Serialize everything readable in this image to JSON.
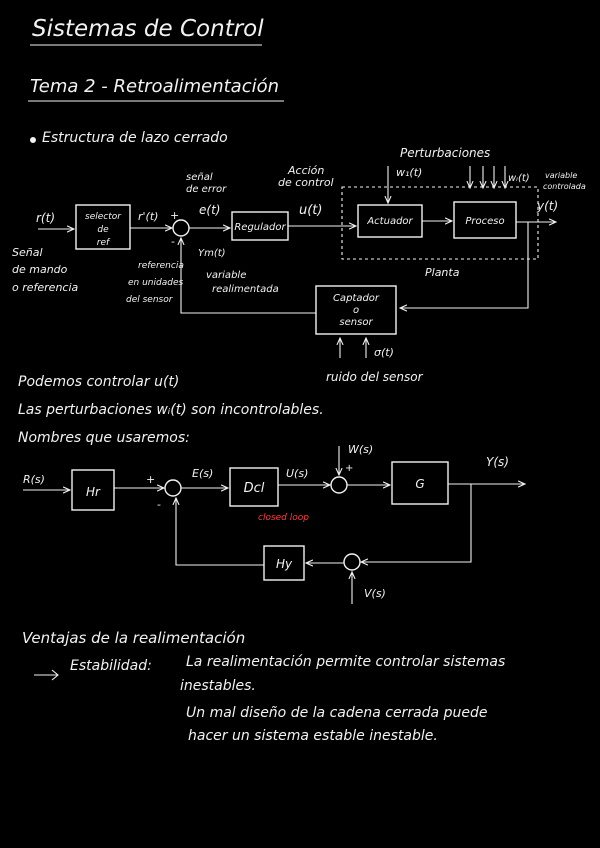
{
  "header": {
    "title": "Sistemas de Control",
    "subtitle": "Tema 2 - Retroalimentación"
  },
  "section1": {
    "bullet": "Estructura de lazo cerrado"
  },
  "diagram1": {
    "r": "r(t)",
    "senal_mando": [
      "Señal",
      "de mando",
      "o referencia"
    ],
    "selector": [
      "selector",
      "de",
      "ref"
    ],
    "rprime": "r'(t)",
    "plus": "+",
    "minus": "-",
    "senal_error": [
      "señal",
      "de error"
    ],
    "e": "e(t)",
    "regulador": "Regulador",
    "accion": [
      "Acción",
      "de control"
    ],
    "u": "u(t)",
    "actuador": "Actuador",
    "proceso": "Proceso",
    "perturbaciones": "Perturbaciones",
    "w1": "w₁(t)",
    "wi": "wᵢ(t)",
    "variable_controlada": [
      "variable",
      "controlada"
    ],
    "y": "y(t)",
    "planta": "Planta",
    "referencia_unidades": [
      "referencia",
      "en unidades",
      "del sensor"
    ],
    "ym": "Ym(t)",
    "variable_realimentada": [
      "variable",
      "realimentada"
    ],
    "captador": [
      "Captador",
      "o",
      "sensor"
    ],
    "sigma": "σ(t)",
    "ruido": "ruido del sensor"
  },
  "notes": [
    "Podemos controlar u(t)",
    "Las perturbaciones wᵢ(t) son incontrolables.",
    "Nombres que usaremos:"
  ],
  "diagram2": {
    "R": "R(s)",
    "Hr": "Hr",
    "plus": "+",
    "minus": "-",
    "E": "E(s)",
    "Dcl": "Dcl",
    "closed_loop": "closed loop",
    "U": "U(s)",
    "W": "W(s)",
    "G": "G",
    "Y": "Y(s)",
    "Hy": "Hy",
    "V": "V(s)"
  },
  "section2": {
    "title": "Ventajas de la realimentación",
    "estabilidad_label": "Estabilidad:",
    "lines": [
      "La realimentación permite controlar sistemas",
      "inestables.",
      "Un mal diseño de la cadena cerrada puede",
      "hacer un sistema estable inestable."
    ]
  },
  "colors": {
    "ink": "#f2f2f2",
    "accent": "#ff3b3b",
    "background": "#000000"
  }
}
